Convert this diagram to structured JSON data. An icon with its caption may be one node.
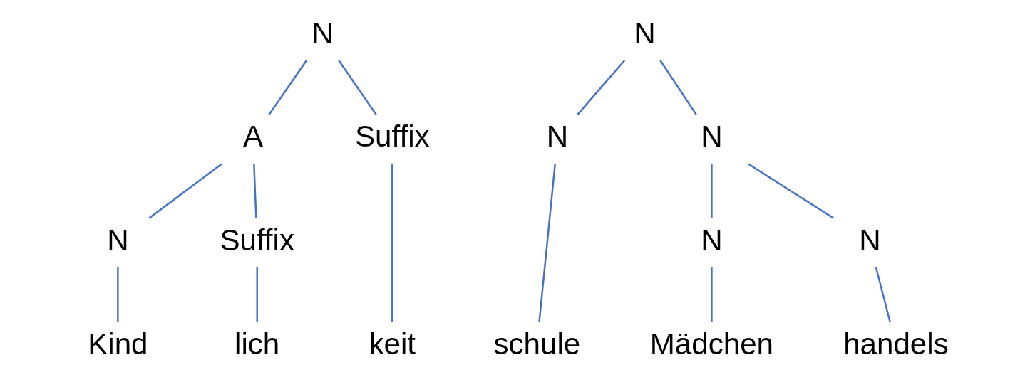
{
  "diagram": {
    "nodes": [
      {
        "text": [
          "N"
        ]
      },
      {
        "text": [
          "A"
        ]
      },
      {
        "text": [
          "Suffix"
        ]
      },
      {
        "text": [
          "N"
        ]
      },
      {
        "text": [
          "Suffix"
        ]
      },
      {
        "text": [
          "Kind"
        ]
      },
      {
        "text": [
          "lich"
        ]
      },
      {
        "text": [
          "keit"
        ]
      },
      {
        "text": [
          "N"
        ]
      },
      {
        "text": [
          "N"
        ]
      },
      {
        "text": [
          "N"
        ]
      },
      {
        "text": [
          "N"
        ]
      },
      {
        "text": [
          "N"
        ]
      },
      {
        "text": [
          "Mädchen"
        ]
      },
      {
        "text": [
          "handels"
        ]
      },
      {
        "text": [
          "schule"
        ]
      }
    ],
    "edges": [
      {
        "from": 0,
        "to": 1,
        "arrow": "none"
      },
      {
        "from": 0,
        "to": 2,
        "arrow": "none"
      },
      {
        "from": 1,
        "to": 3,
        "arrow": "none"
      },
      {
        "from": 1,
        "to": 4,
        "arrow": "none"
      },
      {
        "from": 3,
        "to": 5,
        "arrow": "none"
      },
      {
        "from": 4,
        "to": 6,
        "arrow": "none"
      },
      {
        "from": 2,
        "to": 7,
        "arrow": "none"
      },
      {
        "from": 8,
        "to": 10,
        "arrow": "none"
      },
      {
        "from": 8,
        "to": 9,
        "arrow": "none"
      },
      {
        "from": 10,
        "to": 11,
        "arrow": "none"
      },
      {
        "from": 10,
        "to": 12,
        "arrow": "none"
      },
      {
        "from": 11,
        "to": 13,
        "arrow": "none"
      },
      {
        "from": 12,
        "to": 14,
        "arrow": "none"
      },
      {
        "from": 9,
        "to": 15,
        "arrow": "none"
      }
    ]
  }
}
